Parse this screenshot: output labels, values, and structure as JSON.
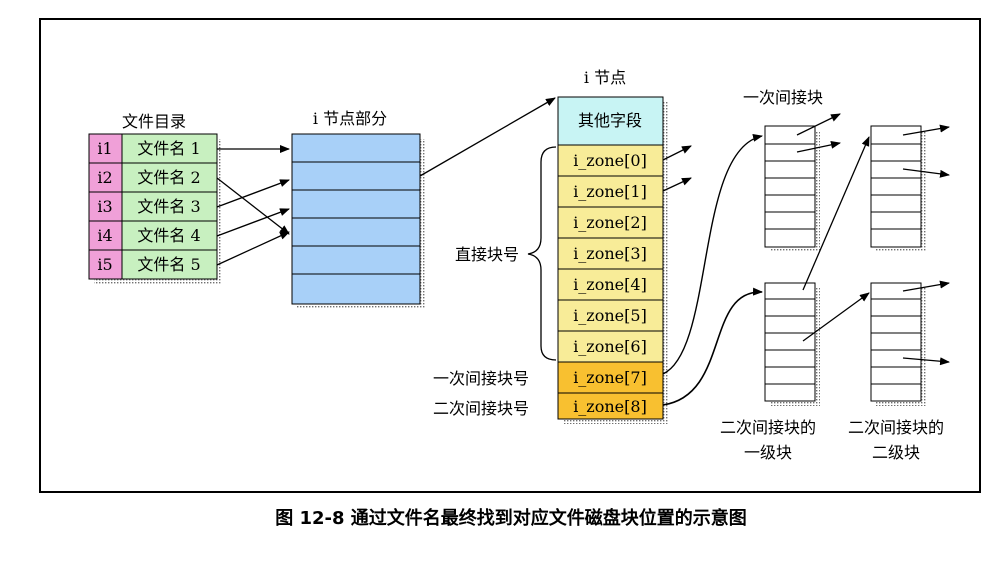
{
  "caption": "图 12-8 通过文件名最终找到对应文件磁盘块位置的示意图",
  "directory": {
    "title": "文件目录",
    "rows": [
      {
        "inode": "i1",
        "name": "文件名 1"
      },
      {
        "inode": "i2",
        "name": "文件名 2"
      },
      {
        "inode": "i3",
        "name": "文件名 3"
      },
      {
        "inode": "i4",
        "name": "文件名 4"
      },
      {
        "inode": "i5",
        "name": "文件名 5"
      }
    ]
  },
  "inode_table": {
    "title": "i 节点部分"
  },
  "inode": {
    "title": "i 节点",
    "other_fields": "其他字段",
    "zones": [
      "i_zone[0]",
      "i_zone[1]",
      "i_zone[2]",
      "i_zone[3]",
      "i_zone[4]",
      "i_zone[5]",
      "i_zone[6]",
      "i_zone[7]",
      "i_zone[8]"
    ]
  },
  "labels": {
    "direct": "直接块号",
    "single_indirect_no": "一次间接块号",
    "double_indirect_no": "二次间接块号",
    "single_indirect_block": "一次间接块",
    "double_level1_a": "二次间接块的",
    "double_level1_b": "一级块",
    "double_level2_a": "二次间接块的",
    "double_level2_b": "二级块"
  },
  "colors": {
    "inode_cell": "#f0a0d8",
    "name_cell": "#c8f0c0",
    "inode_table": "#a8d0f8",
    "other_fields": "#c8f4f4",
    "direct_zone": "#f8ec98",
    "indirect_zone": "#f8c030"
  }
}
